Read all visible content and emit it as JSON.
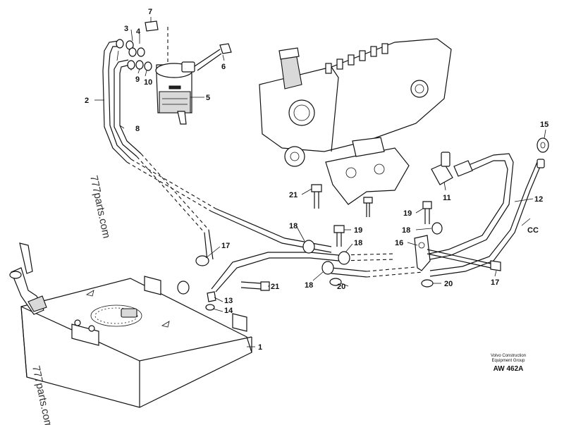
{
  "watermarks": [
    "777parts.com",
    "777parts.com"
  ],
  "reference": {
    "company_line1": "Volvo Construction",
    "company_line2": "Equipment Group",
    "code": "AW 462A"
  },
  "callouts": [
    {
      "id": "c1",
      "label": "1"
    },
    {
      "id": "c2",
      "label": "2"
    },
    {
      "id": "c3",
      "label": "3"
    },
    {
      "id": "c4",
      "label": "4"
    },
    {
      "id": "c5",
      "label": "5"
    },
    {
      "id": "c6",
      "label": "6"
    },
    {
      "id": "c7",
      "label": "7"
    },
    {
      "id": "c8",
      "label": "8"
    },
    {
      "id": "c9",
      "label": "9"
    },
    {
      "id": "c10",
      "label": "10"
    },
    {
      "id": "c11",
      "label": "11"
    },
    {
      "id": "c12",
      "label": "12"
    },
    {
      "id": "c13",
      "label": "13"
    },
    {
      "id": "c14",
      "label": "14"
    },
    {
      "id": "c15",
      "label": "15"
    },
    {
      "id": "c16",
      "label": "16"
    },
    {
      "id": "c17a",
      "label": "17"
    },
    {
      "id": "c17b",
      "label": "17"
    },
    {
      "id": "c18a",
      "label": "18"
    },
    {
      "id": "c18b",
      "label": "18"
    },
    {
      "id": "c18c",
      "label": "18"
    },
    {
      "id": "c18d",
      "label": "18"
    },
    {
      "id": "c19a",
      "label": "19"
    },
    {
      "id": "c19b",
      "label": "19"
    },
    {
      "id": "c20a",
      "label": "20"
    },
    {
      "id": "c20b",
      "label": "20"
    },
    {
      "id": "c21a",
      "label": "21"
    },
    {
      "id": "c21b",
      "label": "21"
    },
    {
      "id": "cc",
      "label": "CC"
    }
  ]
}
